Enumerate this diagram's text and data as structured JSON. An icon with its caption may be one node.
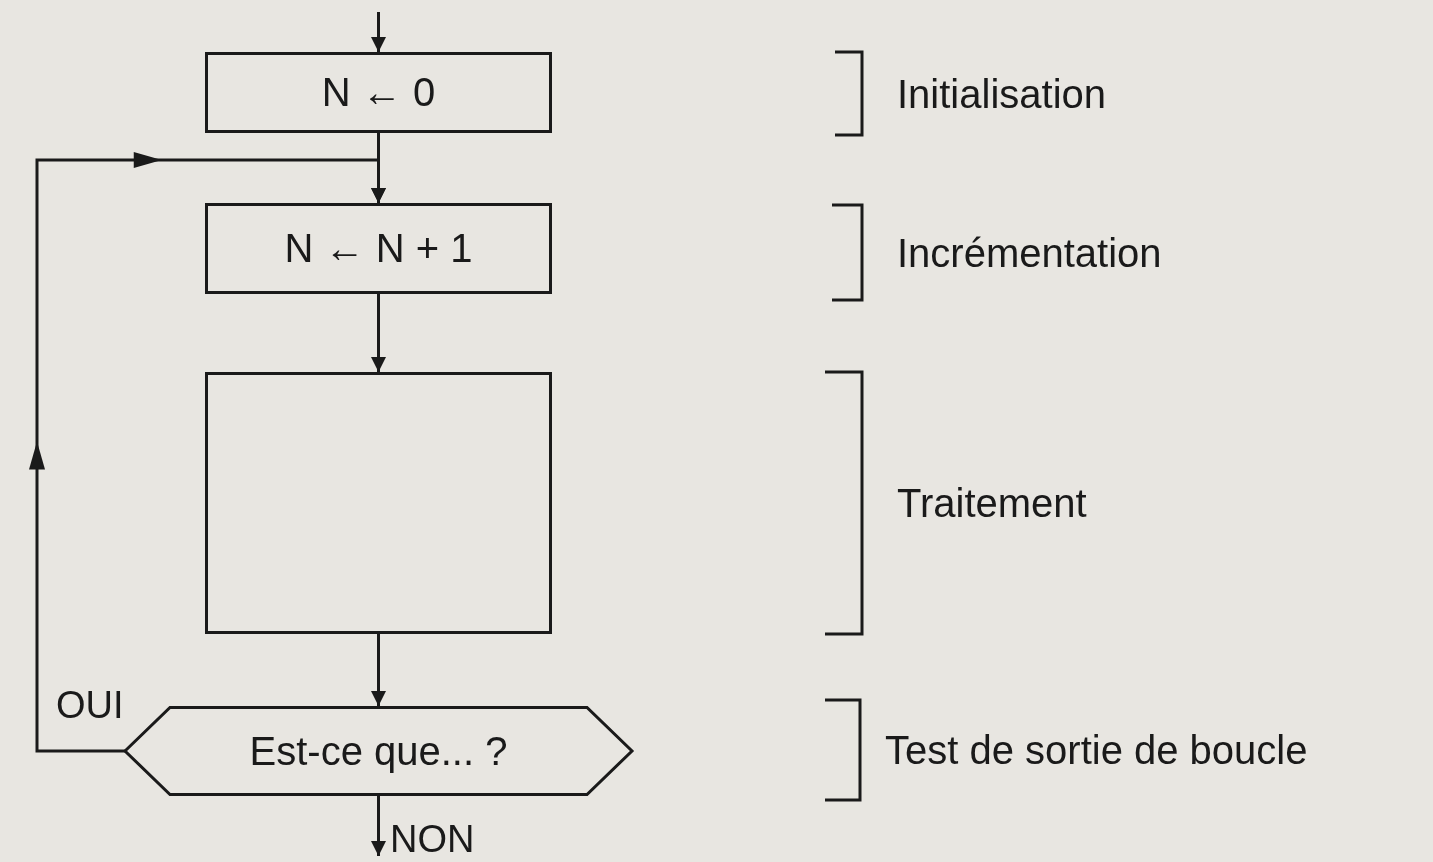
{
  "diagram": {
    "nodes": [
      {
        "text": [
          "N ← 0"
        ]
      },
      {
        "text": [
          "N ← N + 1"
        ]
      },
      {
        "text": [],
        "shape": "box"
      },
      {
        "text": [
          "Est-ce que... ?"
        ]
      }
    ],
    "edges": [
      {
        "from": null,
        "to": 0,
        "arrow": "to"
      },
      {
        "from": 0,
        "to": 1,
        "arrow": "to"
      },
      {
        "from": 1,
        "to": 2,
        "arrow": "to"
      },
      {
        "from": 2,
        "to": 3,
        "arrow": "to"
      },
      {
        "from": 3,
        "to": 1,
        "arrow": "to",
        "label": "OUI"
      },
      {
        "from": 3,
        "to": null,
        "arrow": "to",
        "label": "NON"
      }
    ],
    "labels": [
      "Initialisation",
      "Incrémentation",
      "Traitement",
      "Test de sortie de boucle"
    ]
  }
}
